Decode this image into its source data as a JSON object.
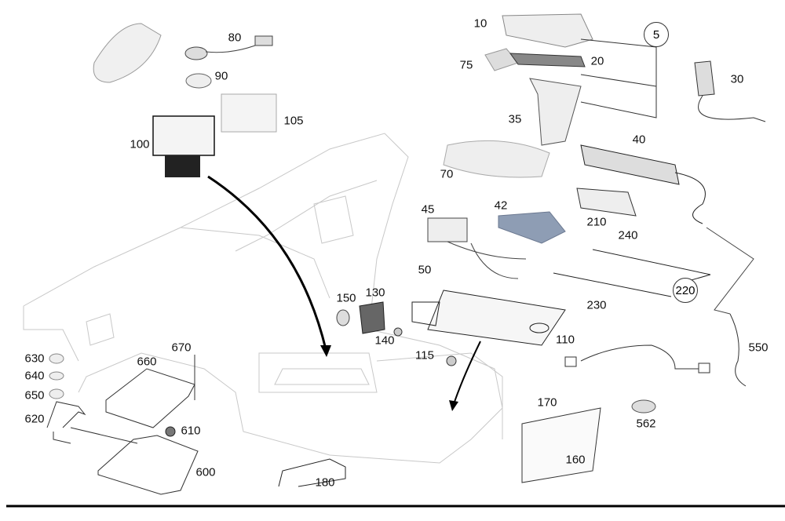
{
  "diagram": {
    "type": "exploded parts diagram",
    "part_labels": [
      "10",
      "80",
      "75",
      "20",
      "30",
      "90",
      "105",
      "35",
      "100",
      "40",
      "70",
      "45",
      "42",
      "210",
      "240",
      "50",
      "230",
      "150",
      "130",
      "140",
      "110",
      "115",
      "550",
      "630",
      "640",
      "650",
      "620",
      "670",
      "660",
      "610",
      "600",
      "170",
      "562",
      "160",
      "180"
    ],
    "circled_labels": [
      "5",
      "220"
    ],
    "colors": {
      "ink": "#111111",
      "outline_light": "#c8c8c8",
      "part_fill": "#e6e6e6",
      "bracket_42": "#8e9db4"
    }
  }
}
